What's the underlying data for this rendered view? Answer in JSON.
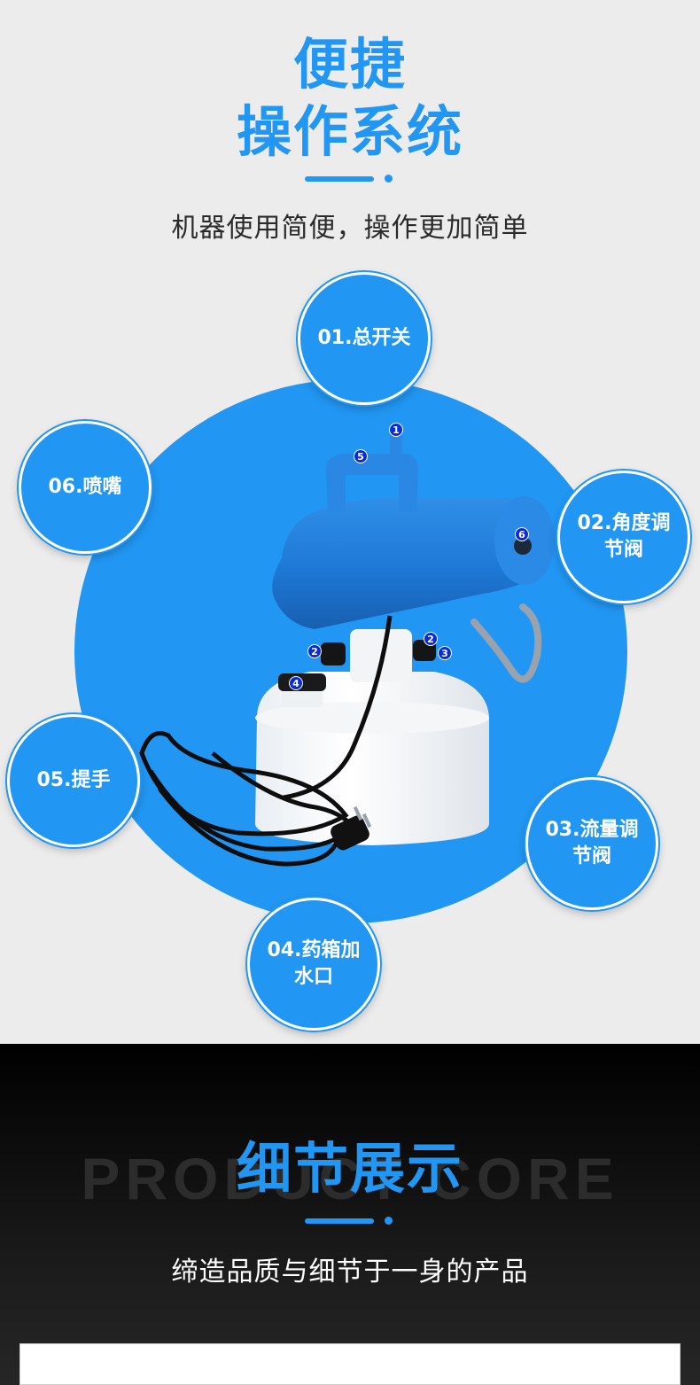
{
  "section1": {
    "title_line1": "便捷",
    "title_line2": "操作系统",
    "subtitle": "机器使用简便，操作更加简单",
    "features": [
      {
        "label": "01.总开关"
      },
      {
        "label": "02.角度调节阀"
      },
      {
        "label": "03.流量调节阀"
      },
      {
        "label": "04.药箱加水口"
      },
      {
        "label": "05.提手"
      },
      {
        "label": "06.喷嘴"
      }
    ],
    "markers": [
      "1",
      "5",
      "6",
      "2",
      "2",
      "3",
      "4"
    ]
  },
  "section2": {
    "ghost_text": "PRODUCT CORE",
    "title": "细节展示",
    "subtitle": "缔造品质与细节于一身的产品"
  },
  "colors": {
    "accent": "#2196f3",
    "marker": "#0b2bd8",
    "background_light": "#ececec",
    "background_dark": "#111111"
  },
  "icons": [
    "sprayer-product-image"
  ]
}
